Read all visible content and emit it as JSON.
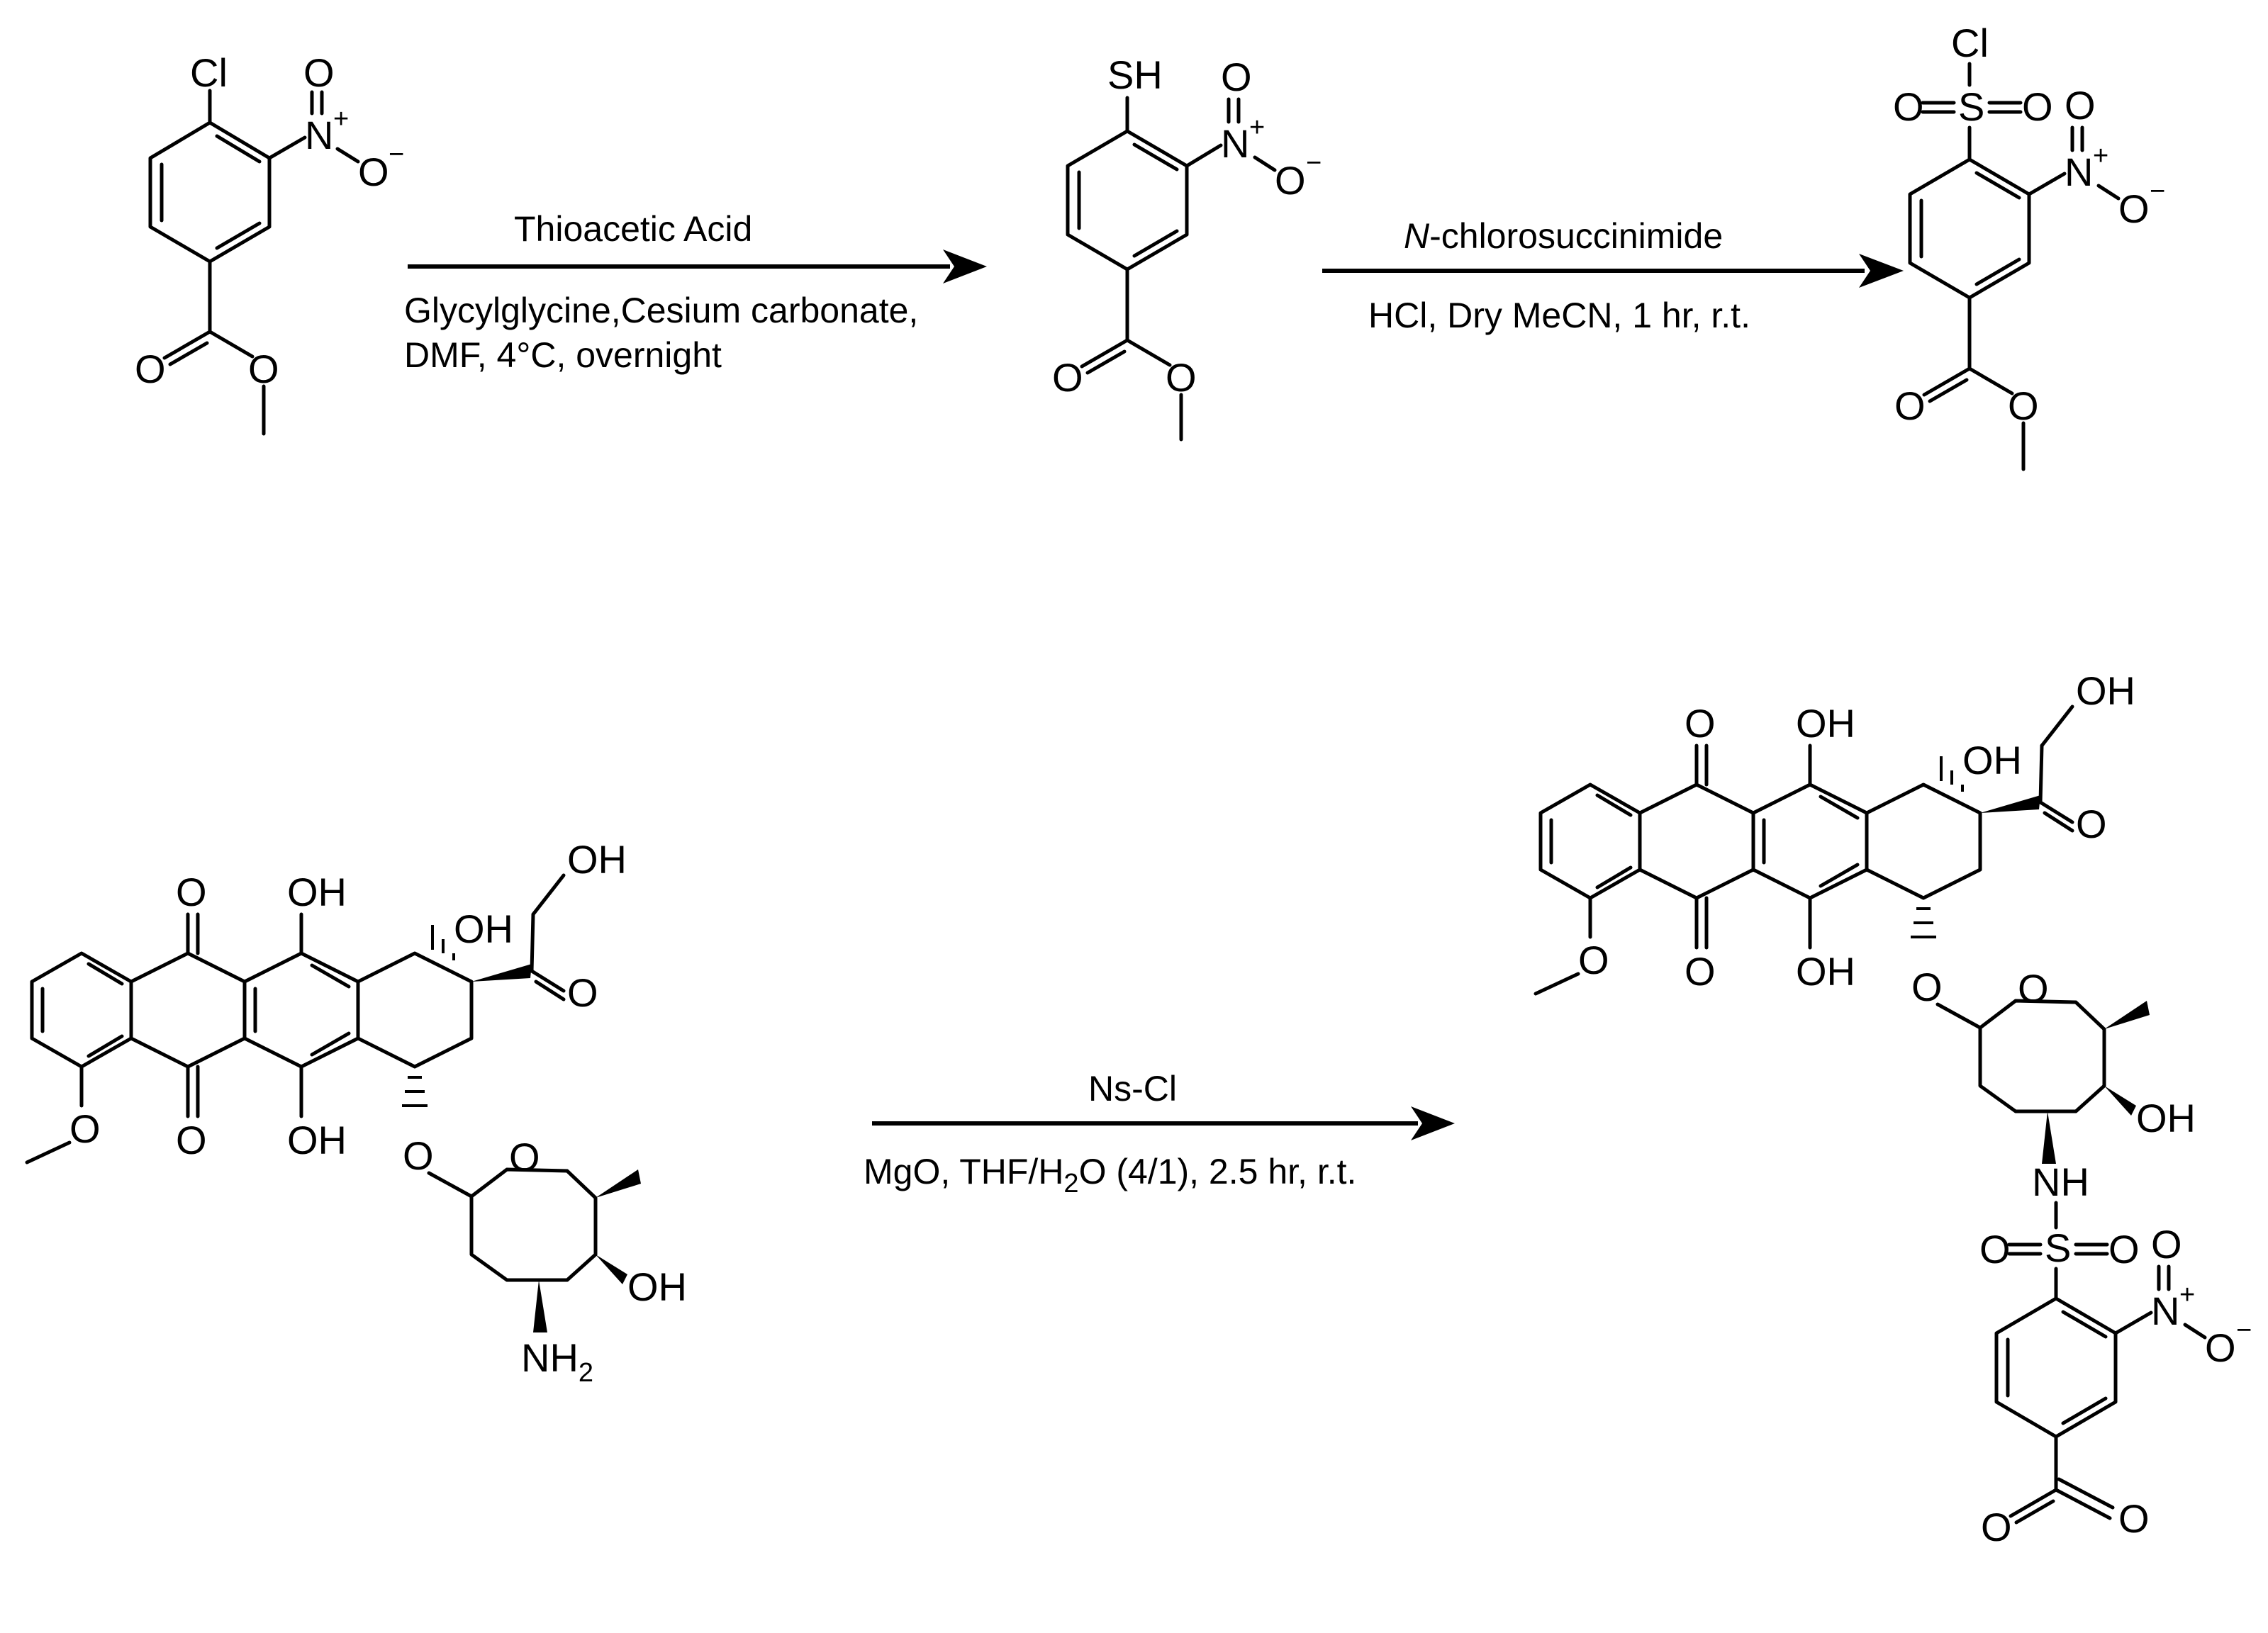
{
  "reactions": [
    {
      "above": "Thioacetic Acid",
      "below": [
        "Glycylglycine,Cesium carbonate,",
        "DMF, 4°C, overnight"
      ]
    },
    {
      "above_italic": "N",
      "above_rest": "-chlorosuccinimide",
      "below": [
        "HCl, Dry MeCN, 1 hr, r.t."
      ]
    },
    {
      "above": "Ns-Cl",
      "below_prefix": "MgO, THF/H",
      "below_sub": "2",
      "below_suffix": "O (4/1), 2.5 hr, r.t."
    }
  ],
  "atoms": {
    "cl": "Cl",
    "sh": "SH",
    "o": "O",
    "n": "N",
    "s": "S",
    "plus": "+",
    "minus": "−",
    "oh": "OH",
    "nh": "NH",
    "nh2_base": "NH",
    "nh2_sub": "2",
    "ho_ring": "O"
  }
}
